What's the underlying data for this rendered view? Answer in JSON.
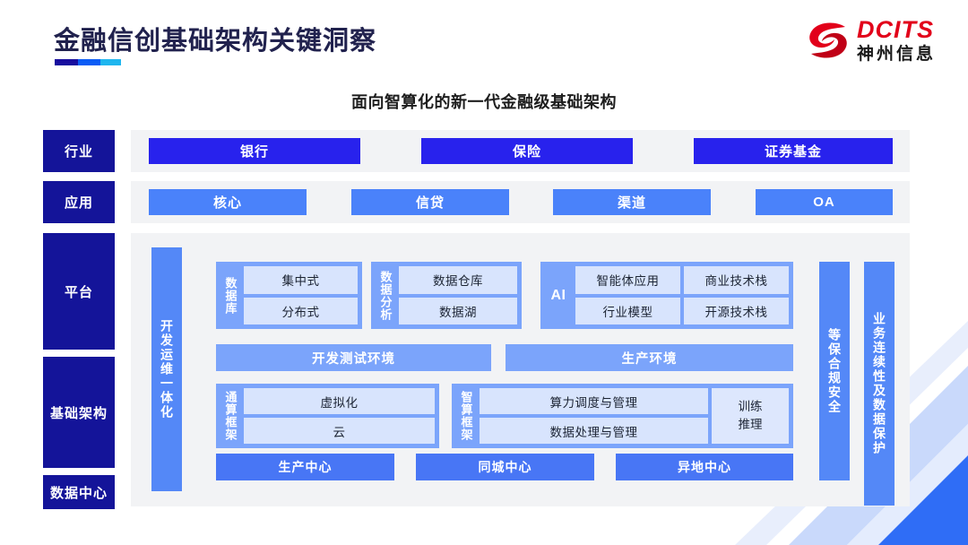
{
  "header": {
    "title": "金融信创基础架构关键洞察",
    "logo_en": "DCITS",
    "logo_cn": "神州信息",
    "logo_icon": "dcits-swoosh-icon"
  },
  "subtitle": "面向智算化的新一代金融级基础架构",
  "rows": {
    "industry": {
      "label": "行业",
      "items": [
        "银行",
        "保险",
        "证券基金"
      ]
    },
    "application": {
      "label": "应用",
      "items": [
        "核心",
        "信贷",
        "渠道",
        "OA"
      ]
    },
    "platform": {
      "label": "平台"
    },
    "infrastructure": {
      "label": "基础架构"
    },
    "datacenter": {
      "label": "数据中心",
      "items": [
        "生产中心",
        "同城中心",
        "异地中心"
      ]
    }
  },
  "vertical_bars": {
    "devops": "开发运维一体化",
    "compliance": "等保合规安全",
    "continuity": "业务连续性及数据保护"
  },
  "platform_groups": [
    {
      "name": "database",
      "title": "数据库",
      "cells": [
        "集中式",
        "分布式"
      ]
    },
    {
      "name": "data-analysis",
      "title": "数据分析",
      "cells": [
        "数据仓库",
        "数据湖"
      ]
    },
    {
      "name": "ai",
      "title": "AI",
      "cells": [
        "智能体应用",
        "商业技术栈",
        "行业模型",
        "开源技术栈"
      ]
    }
  ],
  "environments": [
    "开发测试环境",
    "生产环境"
  ],
  "infra_groups": [
    {
      "name": "general-compute-framework",
      "title": "通算框架",
      "cells": [
        "虚拟化",
        "云"
      ]
    },
    {
      "name": "intelligent-compute-framework",
      "title": "智算框架",
      "cells": [
        "算力调度与管理",
        "数据处理与管理"
      ],
      "side": "训练\n推理"
    }
  ],
  "colors": {
    "navy_label": "#141499",
    "industry_chip": "#2822ed",
    "app_chip": "#4a82fa",
    "group_blue": "#7ba4fb",
    "cell_blue": "#d8e4fd",
    "panel_gray": "#f2f3f5",
    "brand_red": "#e2001a",
    "rule_dark": "#180d9e",
    "rule_mid": "#0b5cf5",
    "rule_cyan": "#1fb6ef"
  }
}
